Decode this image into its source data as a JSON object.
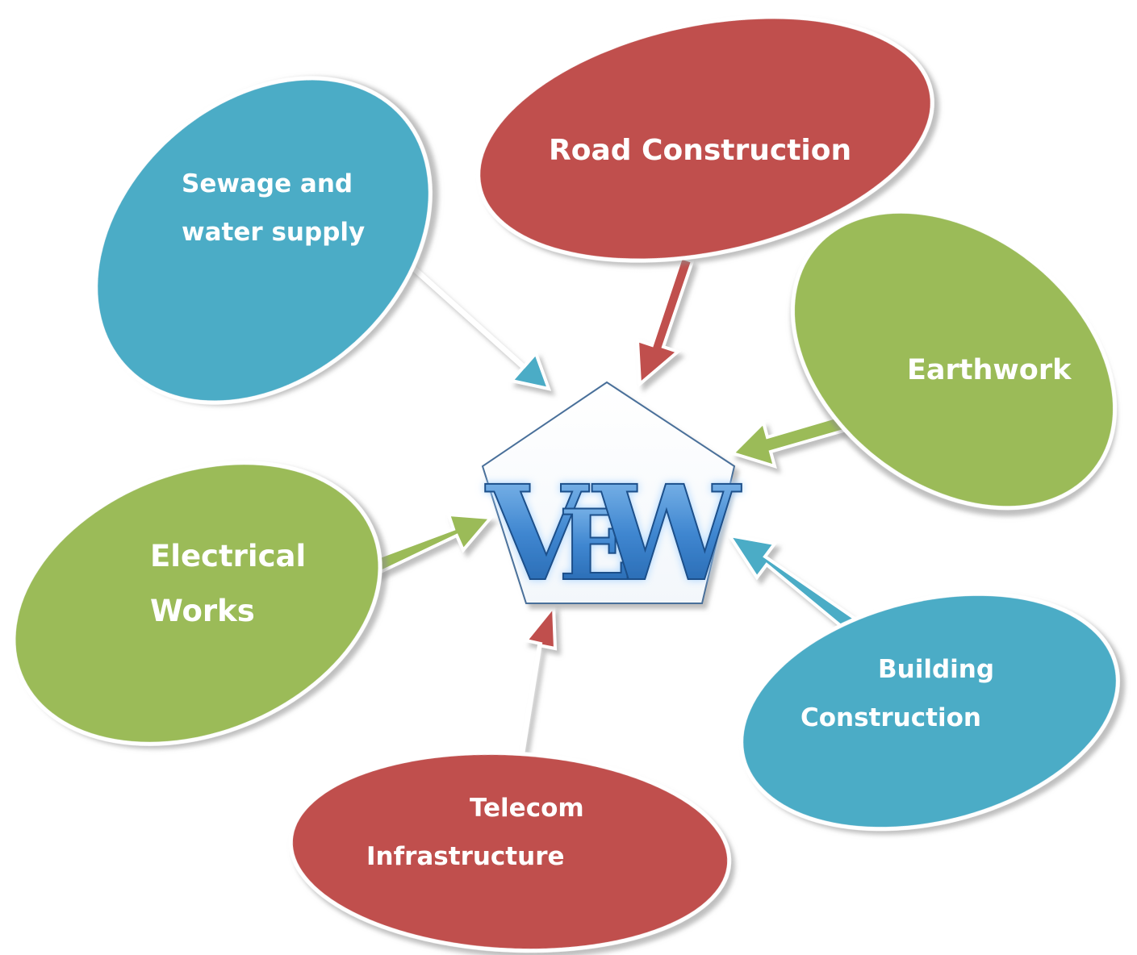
{
  "colors": {
    "blue": "#4BACC6",
    "red": "#C0504D",
    "green": "#9BBB59",
    "white": "#FFFFFF",
    "logo_dark": "#1F5FA6",
    "logo_light": "#8FC3F0"
  },
  "center": {
    "logo_text": [
      "V",
      "E",
      "W"
    ]
  },
  "nodes": [
    {
      "id": "sewage",
      "color": "blue",
      "lines": [
        "Sewage and",
        "water supply"
      ]
    },
    {
      "id": "road",
      "color": "red",
      "lines": [
        "Road Construction"
      ]
    },
    {
      "id": "earthwork",
      "color": "green",
      "lines": [
        "Earthwork"
      ]
    },
    {
      "id": "electrical",
      "color": "green",
      "lines": [
        "Electrical",
        "Works"
      ]
    },
    {
      "id": "building",
      "color": "blue",
      "lines": [
        "Building",
        "Construction"
      ]
    },
    {
      "id": "telecom",
      "color": "red",
      "lines": [
        "Telecom",
        "Infrastructure"
      ]
    }
  ]
}
